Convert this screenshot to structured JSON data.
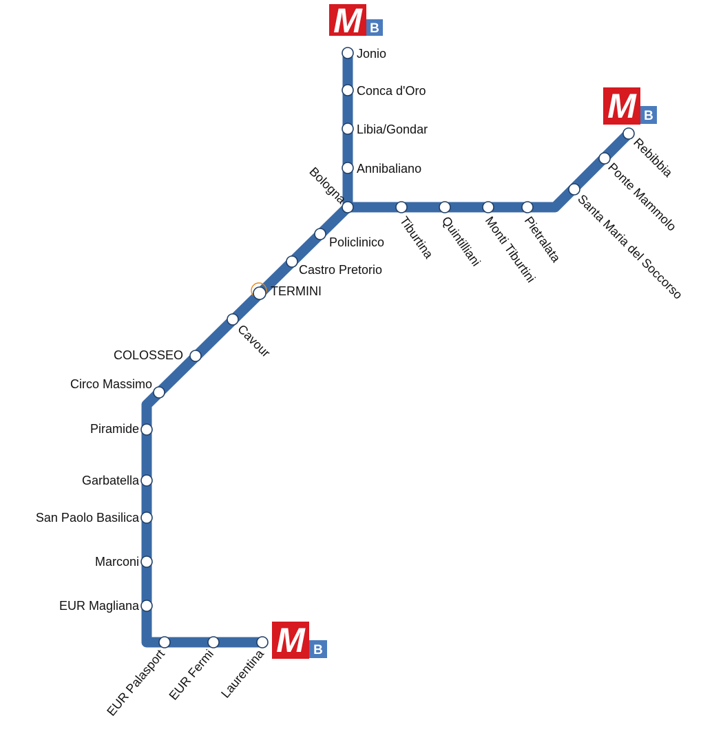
{
  "line": {
    "code": "B",
    "metro_letter": "M",
    "color": "#3a6aa6",
    "logo_red": "#d71920",
    "logo_blue": "#4a7bbd"
  },
  "stations": {
    "jonio": "Jonio",
    "conca_doro": "Conca d'Oro",
    "libia_gondar": "Libia/Gondar",
    "annibaliano": "Annibaliano",
    "bologna": "Bologna",
    "tiburtina": "Tiburtina",
    "quintiliani": "Quintilliani",
    "monti_tiburtini": "Monti Tiburtini",
    "pietralata": "Pietralata",
    "santa_maria": "Santa Maria del Soccorso",
    "ponte_mammolo": "Ponte Mammolo",
    "rebibbia": "Rebibbia",
    "policlinico": "Policlinico",
    "castro_pretorio": "Castro Pretorio",
    "termini": "TERMINI",
    "cavour": "Cavour",
    "colosseo": "COLOSSEO",
    "circo_massimo": "Circo Massimo",
    "piramide": "Piramide",
    "garbatella": "Garbatella",
    "san_paolo": "San Paolo Basilica",
    "marconi": "Marconi",
    "eur_magliana": "EUR Magliana",
    "eur_palasport": "EUR Palasport",
    "eur_fermi": "EUR Fermi",
    "laurentina": "Laurentina"
  }
}
